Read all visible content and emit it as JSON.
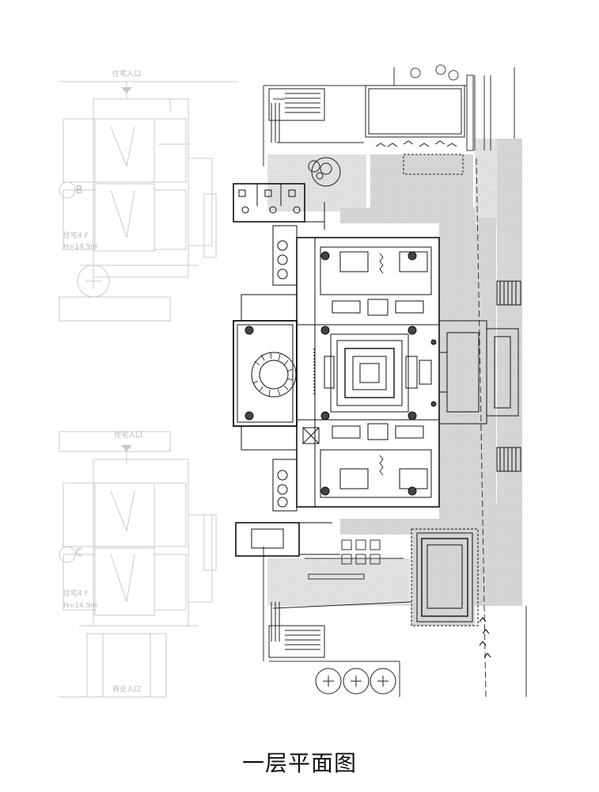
{
  "caption": "一层平面图",
  "residence_top": {
    "entrance_label": "住宅入口",
    "unit_letter": "B",
    "unit_info_1": "住宅4 F",
    "unit_info_2": "H=14.9m"
  },
  "residence_bottom": {
    "entrance_label": "住宅入口",
    "unit_letter": "C",
    "unit_info_1": "住宅4 F",
    "unit_info_2": "H=14.9m",
    "footer_label": "商业入口"
  }
}
